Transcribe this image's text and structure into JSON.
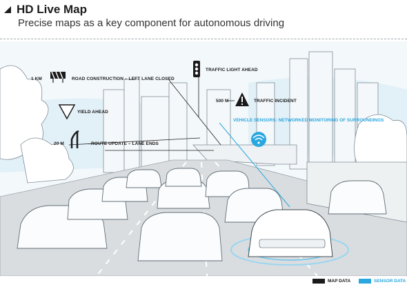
{
  "header": {
    "title": "HD Live Map",
    "subtitle": "Precise maps as a key component for autonomous driving"
  },
  "labels": {
    "dist_1km": "1 KM",
    "road_construction": "ROAD CONSTRUCTION – LEFT LANE CLOSED",
    "traffic_light": "TRAFFIC LIGHT AHEAD",
    "dist_500m": "500 M",
    "traffic_incident": "TRAFFIC INCIDENT",
    "yield": "YIELD AHEAD",
    "vehicle_sensors": "VEHICLE SENSORS: NETWORKED MONITORING OF SURROUNDINGS",
    "dist_20m": "20 M",
    "route_update": "ROUTE UPDATE – LANE ENDS"
  },
  "legend": {
    "map_data": "MAP DATA",
    "sensor_data": "SENSOR DATA"
  },
  "colors": {
    "map_data": "#1a1a1a",
    "sensor_data": "#2aa7df",
    "sky": "#e9f4f9",
    "road": "#d9dde0"
  },
  "icons": [
    "construction-barrier-icon",
    "traffic-light-icon",
    "warning-triangle-icon",
    "yield-sign-icon",
    "lane-ends-icon",
    "sensor-signal-icon"
  ]
}
